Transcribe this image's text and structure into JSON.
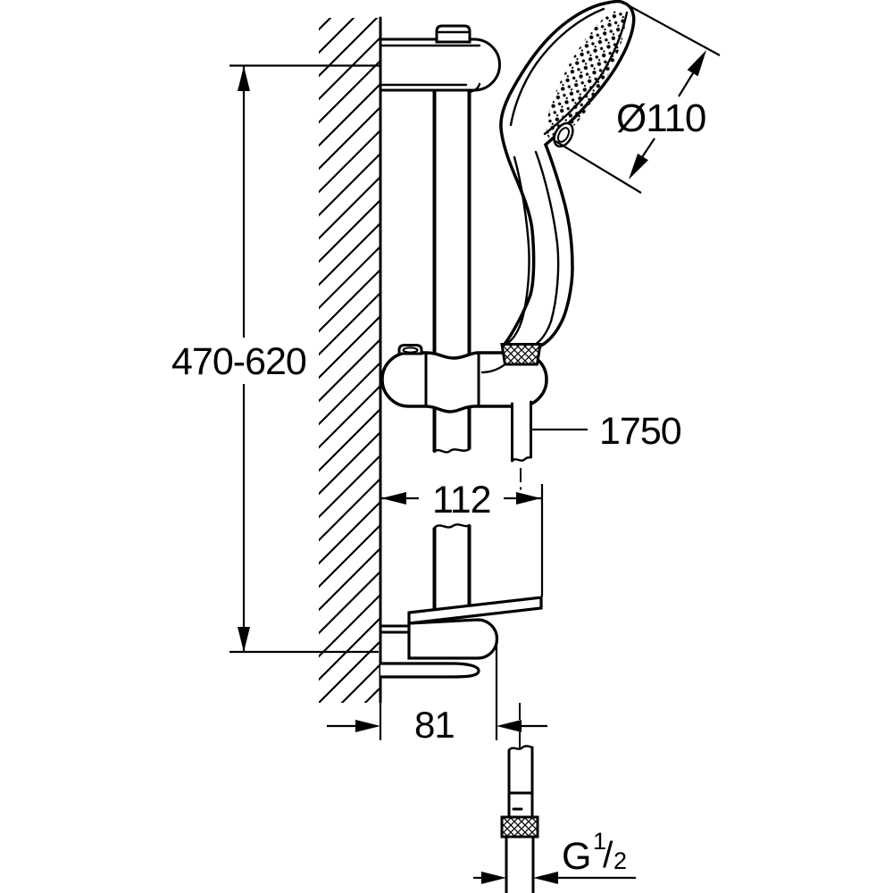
{
  "dims": {
    "rail_height": "470-620",
    "head_diameter": "Ø110",
    "hose_length": "1750",
    "wall_to_hose_center": "112",
    "wall_to_bracket": "81",
    "thread": {
      "base": "G",
      "numerator": "1",
      "slash": "/",
      "denominator": "2"
    }
  },
  "colors": {
    "line": "#000000",
    "background": "#ffffff"
  }
}
